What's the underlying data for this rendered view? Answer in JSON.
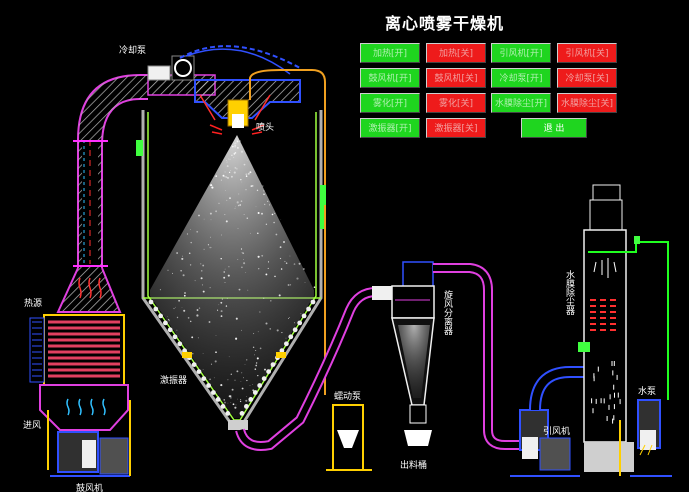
{
  "title": "离心喷雾干燥机",
  "buttons": [
    {
      "label": "加热[开]",
      "state": "on"
    },
    {
      "label": "加热[关]",
      "state": "off"
    },
    {
      "label": "引风机[开]",
      "state": "on"
    },
    {
      "label": "引风机[关]",
      "state": "off"
    },
    {
      "label": "鼓风机[开]",
      "state": "on"
    },
    {
      "label": "鼓风机[关]",
      "state": "off"
    },
    {
      "label": "冷却泵[开]",
      "state": "on"
    },
    {
      "label": "冷却泵[关]",
      "state": "off"
    },
    {
      "label": "雾化[开]",
      "state": "on"
    },
    {
      "label": "雾化[关]",
      "state": "off"
    },
    {
      "label": "水膜除尘[开]",
      "state": "on"
    },
    {
      "label": "水膜除尘[关]",
      "state": "off"
    },
    {
      "label": "激振器[开]",
      "state": "on"
    },
    {
      "label": "激振器[关]",
      "state": "off"
    }
  ],
  "exit_label": "退 出",
  "labels": {
    "cooling_pump": "冷却泵",
    "nozzle": "喷头",
    "heat_source": "热源",
    "vibrator": "激振器",
    "air_inlet": "进风",
    "blower": "鼓风机",
    "peristaltic_pump": "蠕动泵",
    "cyclone": "旋风分离器",
    "outlet_bucket": "出料桶",
    "induced_fan": "引风机",
    "water_film": "水膜除尘器",
    "water_pump": "水泵"
  },
  "colors": {
    "on": "#1fd51f",
    "off": "#ee1b1b",
    "duct_outline": "#e040e0",
    "pipe_orange": "#f0a020",
    "pipe_blue": "#3050ff",
    "pipe_green": "#20ff20",
    "chamber_outline": "#a0ff40"
  }
}
